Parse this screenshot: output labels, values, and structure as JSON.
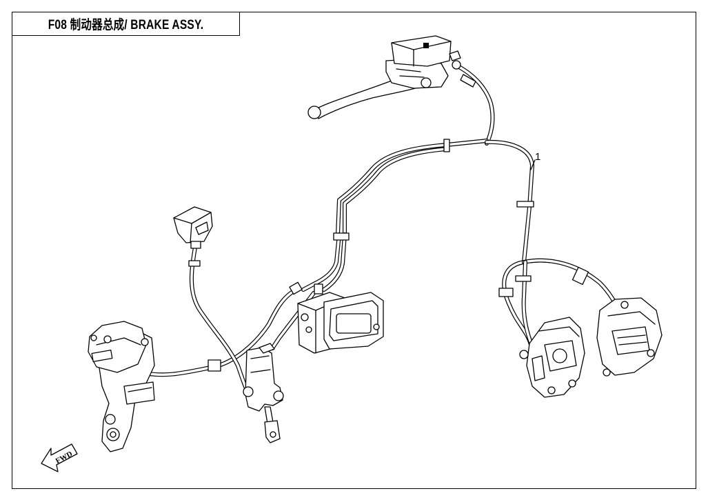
{
  "title": "F08 制动器总成/ BRAKE ASSY.",
  "callouts": [
    {
      "label": "1"
    }
  ],
  "direction_marker": {
    "label": "FWD"
  }
}
